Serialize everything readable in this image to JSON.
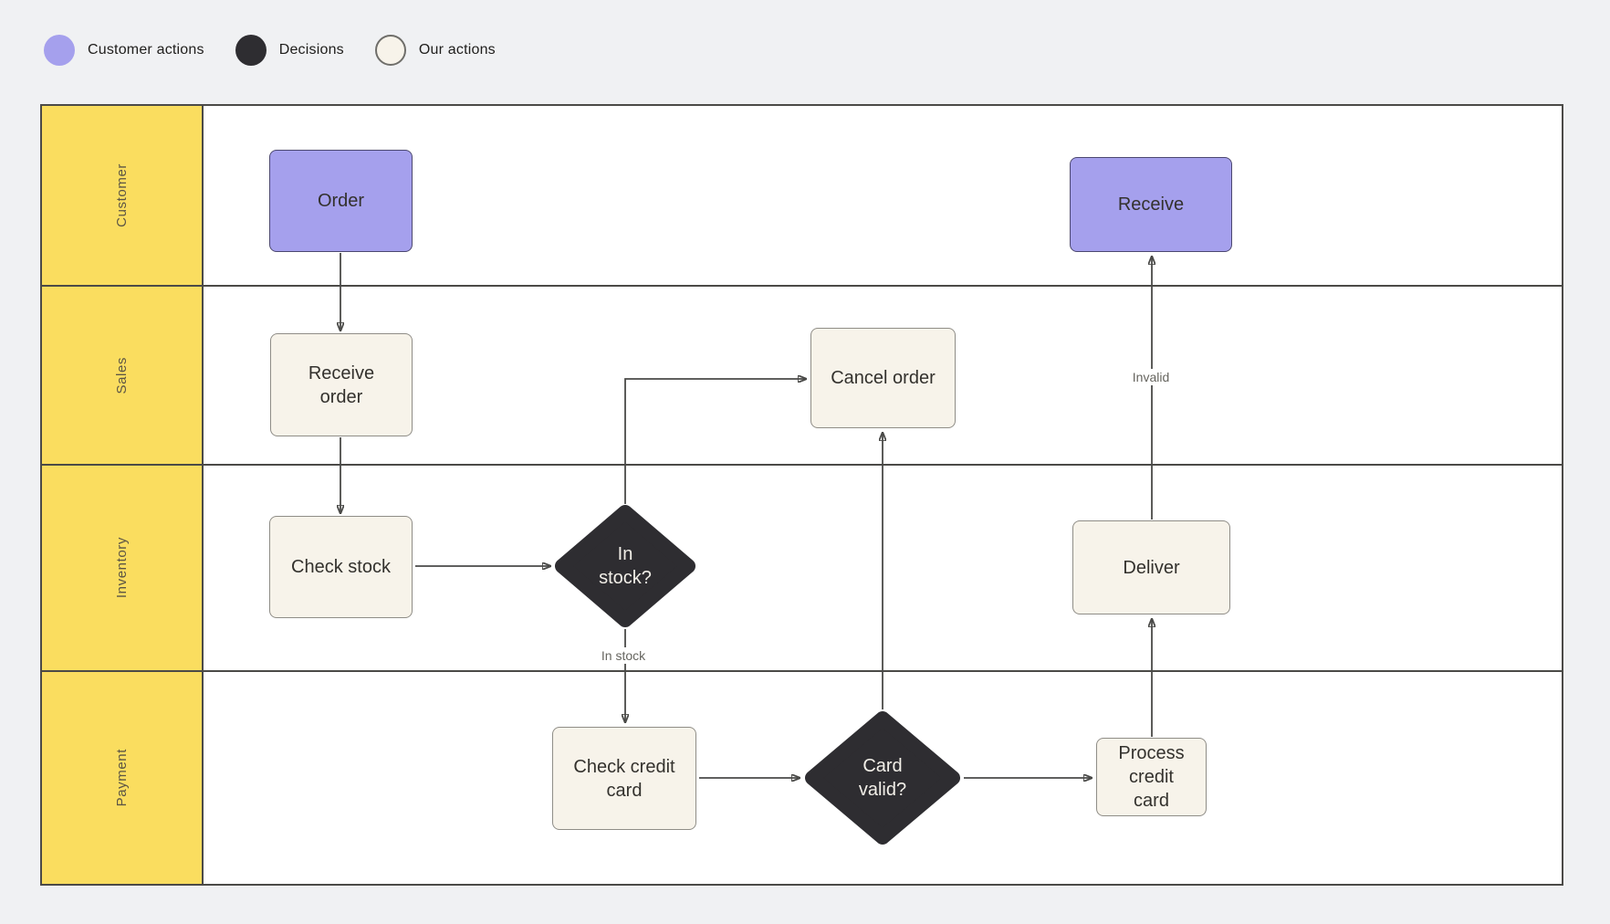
{
  "legend": {
    "items": [
      {
        "label": "Customer actions",
        "swatch": "customer",
        "color": "#a5a0ed"
      },
      {
        "label": "Decisions",
        "swatch": "decision",
        "color": "#2e2d31"
      },
      {
        "label": "Our actions",
        "swatch": "ours",
        "color": "#f7f3ea"
      }
    ]
  },
  "lanes": [
    {
      "label": "Customer"
    },
    {
      "label": "Sales"
    },
    {
      "label": "Inventory"
    },
    {
      "label": "Payment"
    }
  ],
  "nodes": {
    "order": {
      "label": "Order",
      "type": "customer-action",
      "lane": "Customer"
    },
    "receive": {
      "label": "Receive",
      "type": "customer-action",
      "lane": "Customer"
    },
    "receive_order": {
      "label": "Receive order",
      "type": "our-action",
      "lane": "Sales"
    },
    "cancel_order": {
      "label": "Cancel order",
      "type": "our-action",
      "lane": "Sales"
    },
    "check_stock": {
      "label": "Check stock",
      "type": "our-action",
      "lane": "Inventory"
    },
    "in_stock": {
      "label": "In stock?",
      "type": "decision",
      "lane": "Inventory"
    },
    "deliver": {
      "label": "Deliver",
      "type": "our-action",
      "lane": "Inventory"
    },
    "check_credit_card": {
      "label": "Check credit card",
      "type": "our-action",
      "lane": "Payment"
    },
    "card_valid": {
      "label": "Card valid?",
      "type": "decision",
      "lane": "Payment"
    },
    "process_credit_card": {
      "label": "Process credit card",
      "type": "our-action",
      "lane": "Payment"
    }
  },
  "edge_labels": {
    "in_stock": "In stock",
    "invalid": "Invalid"
  },
  "colors": {
    "page_background": "#f0f1f3",
    "lane_label_fill": "#fadd5f",
    "lane_body_fill": "#ffffff",
    "table_border": "#4b4a47",
    "customer_action_fill": "#a5a0ed",
    "decision_fill": "#2e2d31",
    "our_action_fill": "#f7f3ea",
    "arrow": "#4a4a48"
  }
}
